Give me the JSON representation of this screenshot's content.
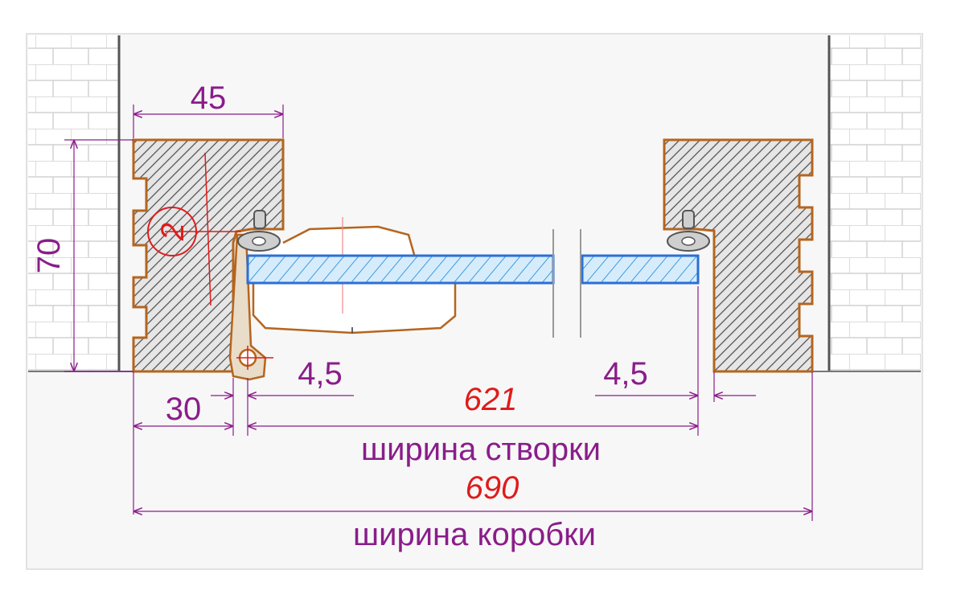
{
  "dimensions": {
    "frame_depth": "45",
    "frame_height": "70",
    "hinge_offset": "30",
    "gap_left": "4,5",
    "gap_right": "4,5",
    "sash_width_value": "621",
    "frame_width_value": "690"
  },
  "labels": {
    "sash_width": "ширина створки",
    "frame_width": "ширина коробки",
    "callout_number": "2"
  },
  "colors": {
    "dimension": "#8a1d8a",
    "value_text": "#e01b1b",
    "wood_outline": "#b5651d",
    "wood_hatch": "#555555",
    "glass": "#2b8fe0",
    "seal": "#8c8c8c",
    "brick": "#cfcfcf"
  }
}
